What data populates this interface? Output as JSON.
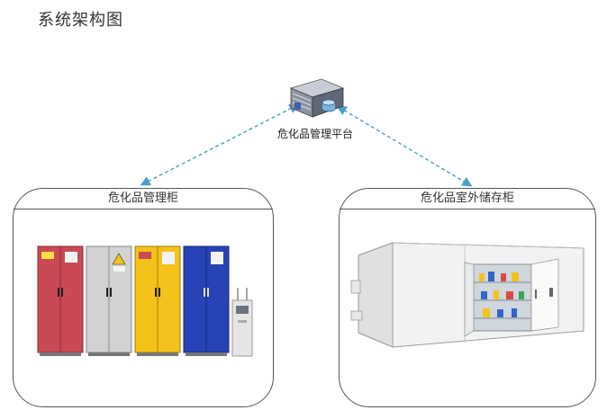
{
  "title": "系统架构图",
  "platform": {
    "label": "危化品管理平台",
    "icon": "server-icon"
  },
  "left_panel": {
    "title": "危化品管理柜"
  },
  "right_panel": {
    "title": "危化品室外储存柜"
  },
  "colors": {
    "link": "#4a9fc8",
    "cabinet_red": "#c94a55",
    "cabinet_gray": "#d2d2d2",
    "cabinet_yellow": "#f4c21a",
    "cabinet_blue": "#2743b5"
  }
}
